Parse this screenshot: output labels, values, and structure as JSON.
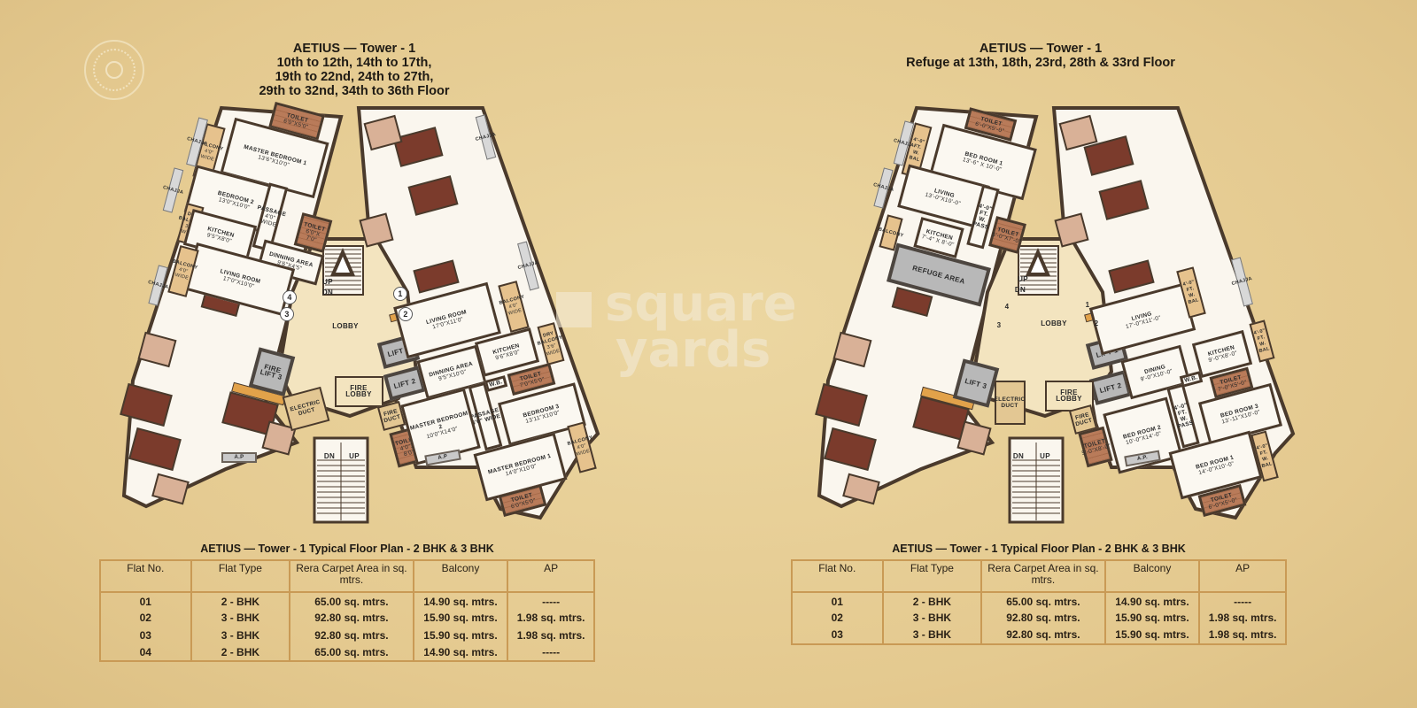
{
  "colors": {
    "background": "#e7cf97",
    "wall": "#4a3a2c",
    "table_border": "#c99a55",
    "lift": "#b8b8b8",
    "tile": "#d9b197"
  },
  "logo": {
    "icon": "ornamental-medallion-logo"
  },
  "watermark": {
    "line1": "square",
    "line2": "yards"
  },
  "plans": [
    {
      "title": [
        "AETIUS — Tower - 1",
        "10th to 12th, 14th to 17th,",
        "19th to 22nd, 24th to 27th,",
        "29th to 32nd, 34th to 36th Floor"
      ],
      "rooms": [
        {
          "label": "Toilet",
          "dims": "6'0\"x5'0\""
        },
        {
          "label": "Balcony",
          "dims": "4'0\" Wide"
        },
        {
          "label": "Master Bedroom 1",
          "dims": "13'6\"x10'0\""
        },
        {
          "label": "Bedroom 2",
          "dims": "13'0\"x10'0\""
        },
        {
          "label": "Dry Balcony",
          "dims": "3'6\" Wide"
        },
        {
          "label": "Kitchen",
          "dims": "9'5\"x8'0\""
        },
        {
          "label": "Passage",
          "dims": "4'0\" Wide"
        },
        {
          "label": "Toilet",
          "dims": "6'0\"x 7'0\""
        },
        {
          "label": "Dinning Area",
          "dims": "9'6\"x4'5\""
        },
        {
          "label": "Living Room",
          "dims": "17'0\"x10'0\""
        },
        {
          "label": "Balcony",
          "dims": "4'0\" Wide"
        },
        {
          "label": "Fire Lift 3",
          "dims": ""
        },
        {
          "label": "Electric Duct",
          "dims": ""
        },
        {
          "label": "Lobby",
          "dims": ""
        },
        {
          "label": "Lift 1",
          "dims": ""
        },
        {
          "label": "Lift 2",
          "dims": ""
        },
        {
          "label": "Fire Lobby",
          "dims": ""
        },
        {
          "label": "Fire Duct",
          "dims": ""
        },
        {
          "label": "Toilet",
          "dims": "4'0\"x 8'0\""
        },
        {
          "label": "Living Room",
          "dims": "17'0\"x11'0\""
        },
        {
          "label": "Balcony",
          "dims": "4'0\" Wide"
        },
        {
          "label": "Kitchen",
          "dims": "9'6\"x8'0\""
        },
        {
          "label": "Dry Balcony",
          "dims": "3'6\" Wide"
        },
        {
          "label": "Dinning Area",
          "dims": "9'5\"x10'0\""
        },
        {
          "label": "W.B.",
          "dims": ""
        },
        {
          "label": "Toilet",
          "dims": "7'0\"x5'0\""
        },
        {
          "label": "Passage 4'0\" Wide",
          "dims": ""
        },
        {
          "label": "Master Bedroom 2",
          "dims": "10'0\"x14'0\""
        },
        {
          "label": "Bedroom 3",
          "dims": "13'11\"x10'0\""
        },
        {
          "label": "Master Bedroom 1",
          "dims": "14'0\"x10'0\""
        },
        {
          "label": "Balcony",
          "dims": "4'0\" Wide"
        },
        {
          "label": "Toilet",
          "dims": "6'0\"x5'0\""
        },
        {
          "label": "A.P",
          "dims": ""
        },
        {
          "label": "A.P",
          "dims": ""
        },
        {
          "label": "Chajja",
          "dims": ""
        },
        {
          "label": "Chajja",
          "dims": ""
        },
        {
          "label": "Chajja",
          "dims": ""
        },
        {
          "label": "Chajja",
          "dims": ""
        },
        {
          "label": "Chajja",
          "dims": ""
        },
        {
          "label": "1",
          "dims": ""
        },
        {
          "label": "2",
          "dims": ""
        },
        {
          "label": "3",
          "dims": ""
        },
        {
          "label": "4",
          "dims": ""
        },
        {
          "label": "UP",
          "dims": ""
        },
        {
          "label": "DN",
          "dims": ""
        },
        {
          "label": "DN",
          "dims": ""
        },
        {
          "label": "UP",
          "dims": ""
        }
      ],
      "table": {
        "title": "AETIUS — Tower - 1   Typical Floor Plan - 2 BHK & 3 BHK",
        "headers": [
          "Flat No.",
          "Flat Type",
          "Rera Carpet Area in sq. mtrs.",
          "Balcony",
          "AP"
        ],
        "rows": [
          [
            "01",
            "2 - BHK",
            "65.00 sq. mtrs.",
            "14.90 sq. mtrs.",
            "-----"
          ],
          [
            "02",
            "3 - BHK",
            "92.80 sq. mtrs.",
            "15.90 sq. mtrs.",
            "1.98 sq. mtrs."
          ],
          [
            "03",
            "3 - BHK",
            "92.80 sq. mtrs.",
            "15.90 sq. mtrs.",
            "1.98 sq. mtrs."
          ],
          [
            "04",
            "2 - BHK",
            "65.00 sq. mtrs.",
            "14.90 sq. mtrs.",
            "-----"
          ]
        ]
      }
    },
    {
      "title": [
        "AETIUS — Tower - 1",
        "Refuge at 13th, 18th, 23rd, 28th & 33rd Floor"
      ],
      "rooms": [
        {
          "label": "Toilet",
          "dims": "6'-0\"x5'-0\""
        },
        {
          "label": "4'-0\" FT. W. BAL",
          "dims": ""
        },
        {
          "label": "Bed Room 1",
          "dims": "13'-6\" x 10'-0\""
        },
        {
          "label": "Living",
          "dims": "13'-0\"x10'-0\""
        },
        {
          "label": "Balcony",
          "dims": ""
        },
        {
          "label": "Kitchen",
          "dims": "7'-4\" x 8'-0\""
        },
        {
          "label": "4'-0\" FT. W. PASS",
          "dims": ""
        },
        {
          "label": "Toilet",
          "dims": "5'-0\"x7'-0\""
        },
        {
          "label": "Refuge Area",
          "dims": ""
        },
        {
          "label": "Lift 3",
          "dims": ""
        },
        {
          "label": "Electric Duct",
          "dims": ""
        },
        {
          "label": "Lobby",
          "dims": ""
        },
        {
          "label": "Lift 1",
          "dims": ""
        },
        {
          "label": "Lift 2",
          "dims": ""
        },
        {
          "label": "Fire Lobby",
          "dims": ""
        },
        {
          "label": "Fire Duct",
          "dims": ""
        },
        {
          "label": "Toilet",
          "dims": "5'-0\"x8'-0\""
        },
        {
          "label": "Living",
          "dims": "17'-0\"x11'-0\""
        },
        {
          "label": "4'-0\" FT. W. BAL",
          "dims": ""
        },
        {
          "label": "Kitchen",
          "dims": "9'-0\"x8'-0\""
        },
        {
          "label": "4'-0\" FT. W. BAL",
          "dims": ""
        },
        {
          "label": "Dining",
          "dims": "9'-0\"x10'-0\""
        },
        {
          "label": "W.B.",
          "dims": ""
        },
        {
          "label": "Toilet",
          "dims": "7'-0\"x5'-0\""
        },
        {
          "label": "4'-0\" FT. W. PASS",
          "dims": ""
        },
        {
          "label": "Bed Room 2",
          "dims": "10'-0\"x14'-0\""
        },
        {
          "label": "Bed Room 3",
          "dims": "13'-11\"x10'-0\""
        },
        {
          "label": "Bed Room 1",
          "dims": "14'-0\"x10'-0\""
        },
        {
          "label": "4'-0\" FT. W. BAL",
          "dims": ""
        },
        {
          "label": "Toilet",
          "dims": "6'-0\"x5'-0\""
        },
        {
          "label": "A.P.",
          "dims": ""
        },
        {
          "label": "Chajja",
          "dims": ""
        },
        {
          "label": "Chajja",
          "dims": ""
        },
        {
          "label": "Chajja",
          "dims": ""
        },
        {
          "label": "1",
          "dims": ""
        },
        {
          "label": "2",
          "dims": ""
        },
        {
          "label": "3",
          "dims": ""
        },
        {
          "label": "4",
          "dims": ""
        },
        {
          "label": "UP",
          "dims": ""
        },
        {
          "label": "DN",
          "dims": ""
        },
        {
          "label": "DN",
          "dims": ""
        },
        {
          "label": "UP",
          "dims": ""
        }
      ],
      "table": {
        "title": "AETIUS — Tower - 1   Typical Floor Plan - 2 BHK & 3 BHK",
        "headers": [
          "Flat No.",
          "Flat Type",
          "Rera Carpet Area in sq. mtrs.",
          "Balcony",
          "AP"
        ],
        "rows": [
          [
            "01",
            "2 - BHK",
            "65.00 sq. mtrs.",
            "14.90 sq. mtrs.",
            "-----"
          ],
          [
            "02",
            "3 - BHK",
            "92.80 sq. mtrs.",
            "15.90 sq. mtrs.",
            "1.98 sq. mtrs."
          ],
          [
            "03",
            "3 - BHK",
            "92.80 sq. mtrs.",
            "15.90 sq. mtrs.",
            "1.98 sq. mtrs."
          ]
        ]
      }
    }
  ]
}
